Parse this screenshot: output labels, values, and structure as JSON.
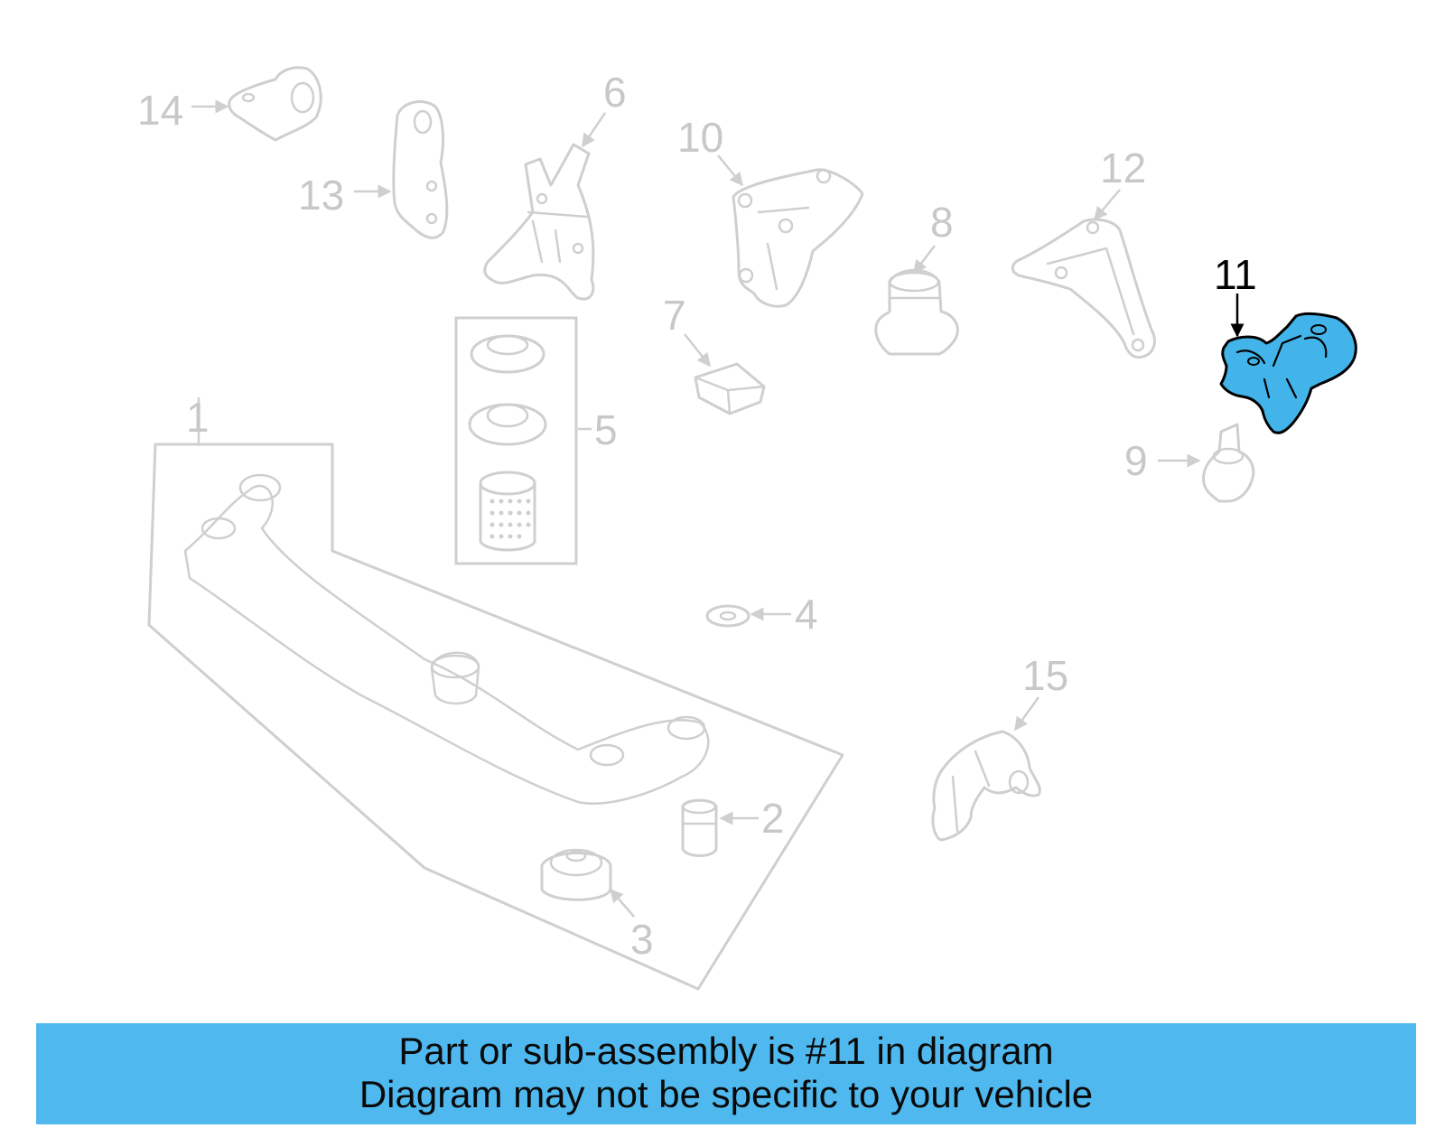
{
  "diagram": {
    "highlighted_part": "11",
    "callouts": [
      {
        "id": "1",
        "label": "1",
        "highlighted": false
      },
      {
        "id": "2",
        "label": "2",
        "highlighted": false
      },
      {
        "id": "3",
        "label": "3",
        "highlighted": false
      },
      {
        "id": "4",
        "label": "4",
        "highlighted": false
      },
      {
        "id": "5",
        "label": "5",
        "highlighted": false
      },
      {
        "id": "6",
        "label": "6",
        "highlighted": false
      },
      {
        "id": "7",
        "label": "7",
        "highlighted": false
      },
      {
        "id": "8",
        "label": "8",
        "highlighted": false
      },
      {
        "id": "9",
        "label": "9",
        "highlighted": false
      },
      {
        "id": "10",
        "label": "10",
        "highlighted": false
      },
      {
        "id": "11",
        "label": "11",
        "highlighted": true
      },
      {
        "id": "12",
        "label": "12",
        "highlighted": false
      },
      {
        "id": "13",
        "label": "13",
        "highlighted": false
      },
      {
        "id": "14",
        "label": "14",
        "highlighted": false
      },
      {
        "id": "15",
        "label": "15",
        "highlighted": false
      }
    ],
    "colors": {
      "ghost_stroke": "#cfcfcf",
      "ghost_label": "#c8c8c8",
      "highlight_fill": "#42b4ea",
      "highlight_stroke": "#000000",
      "banner_bg": "#4fb9ef"
    }
  },
  "banner": {
    "line1": "Part or sub-assembly is #11 in diagram",
    "line2": "Diagram may not be specific to your vehicle"
  }
}
